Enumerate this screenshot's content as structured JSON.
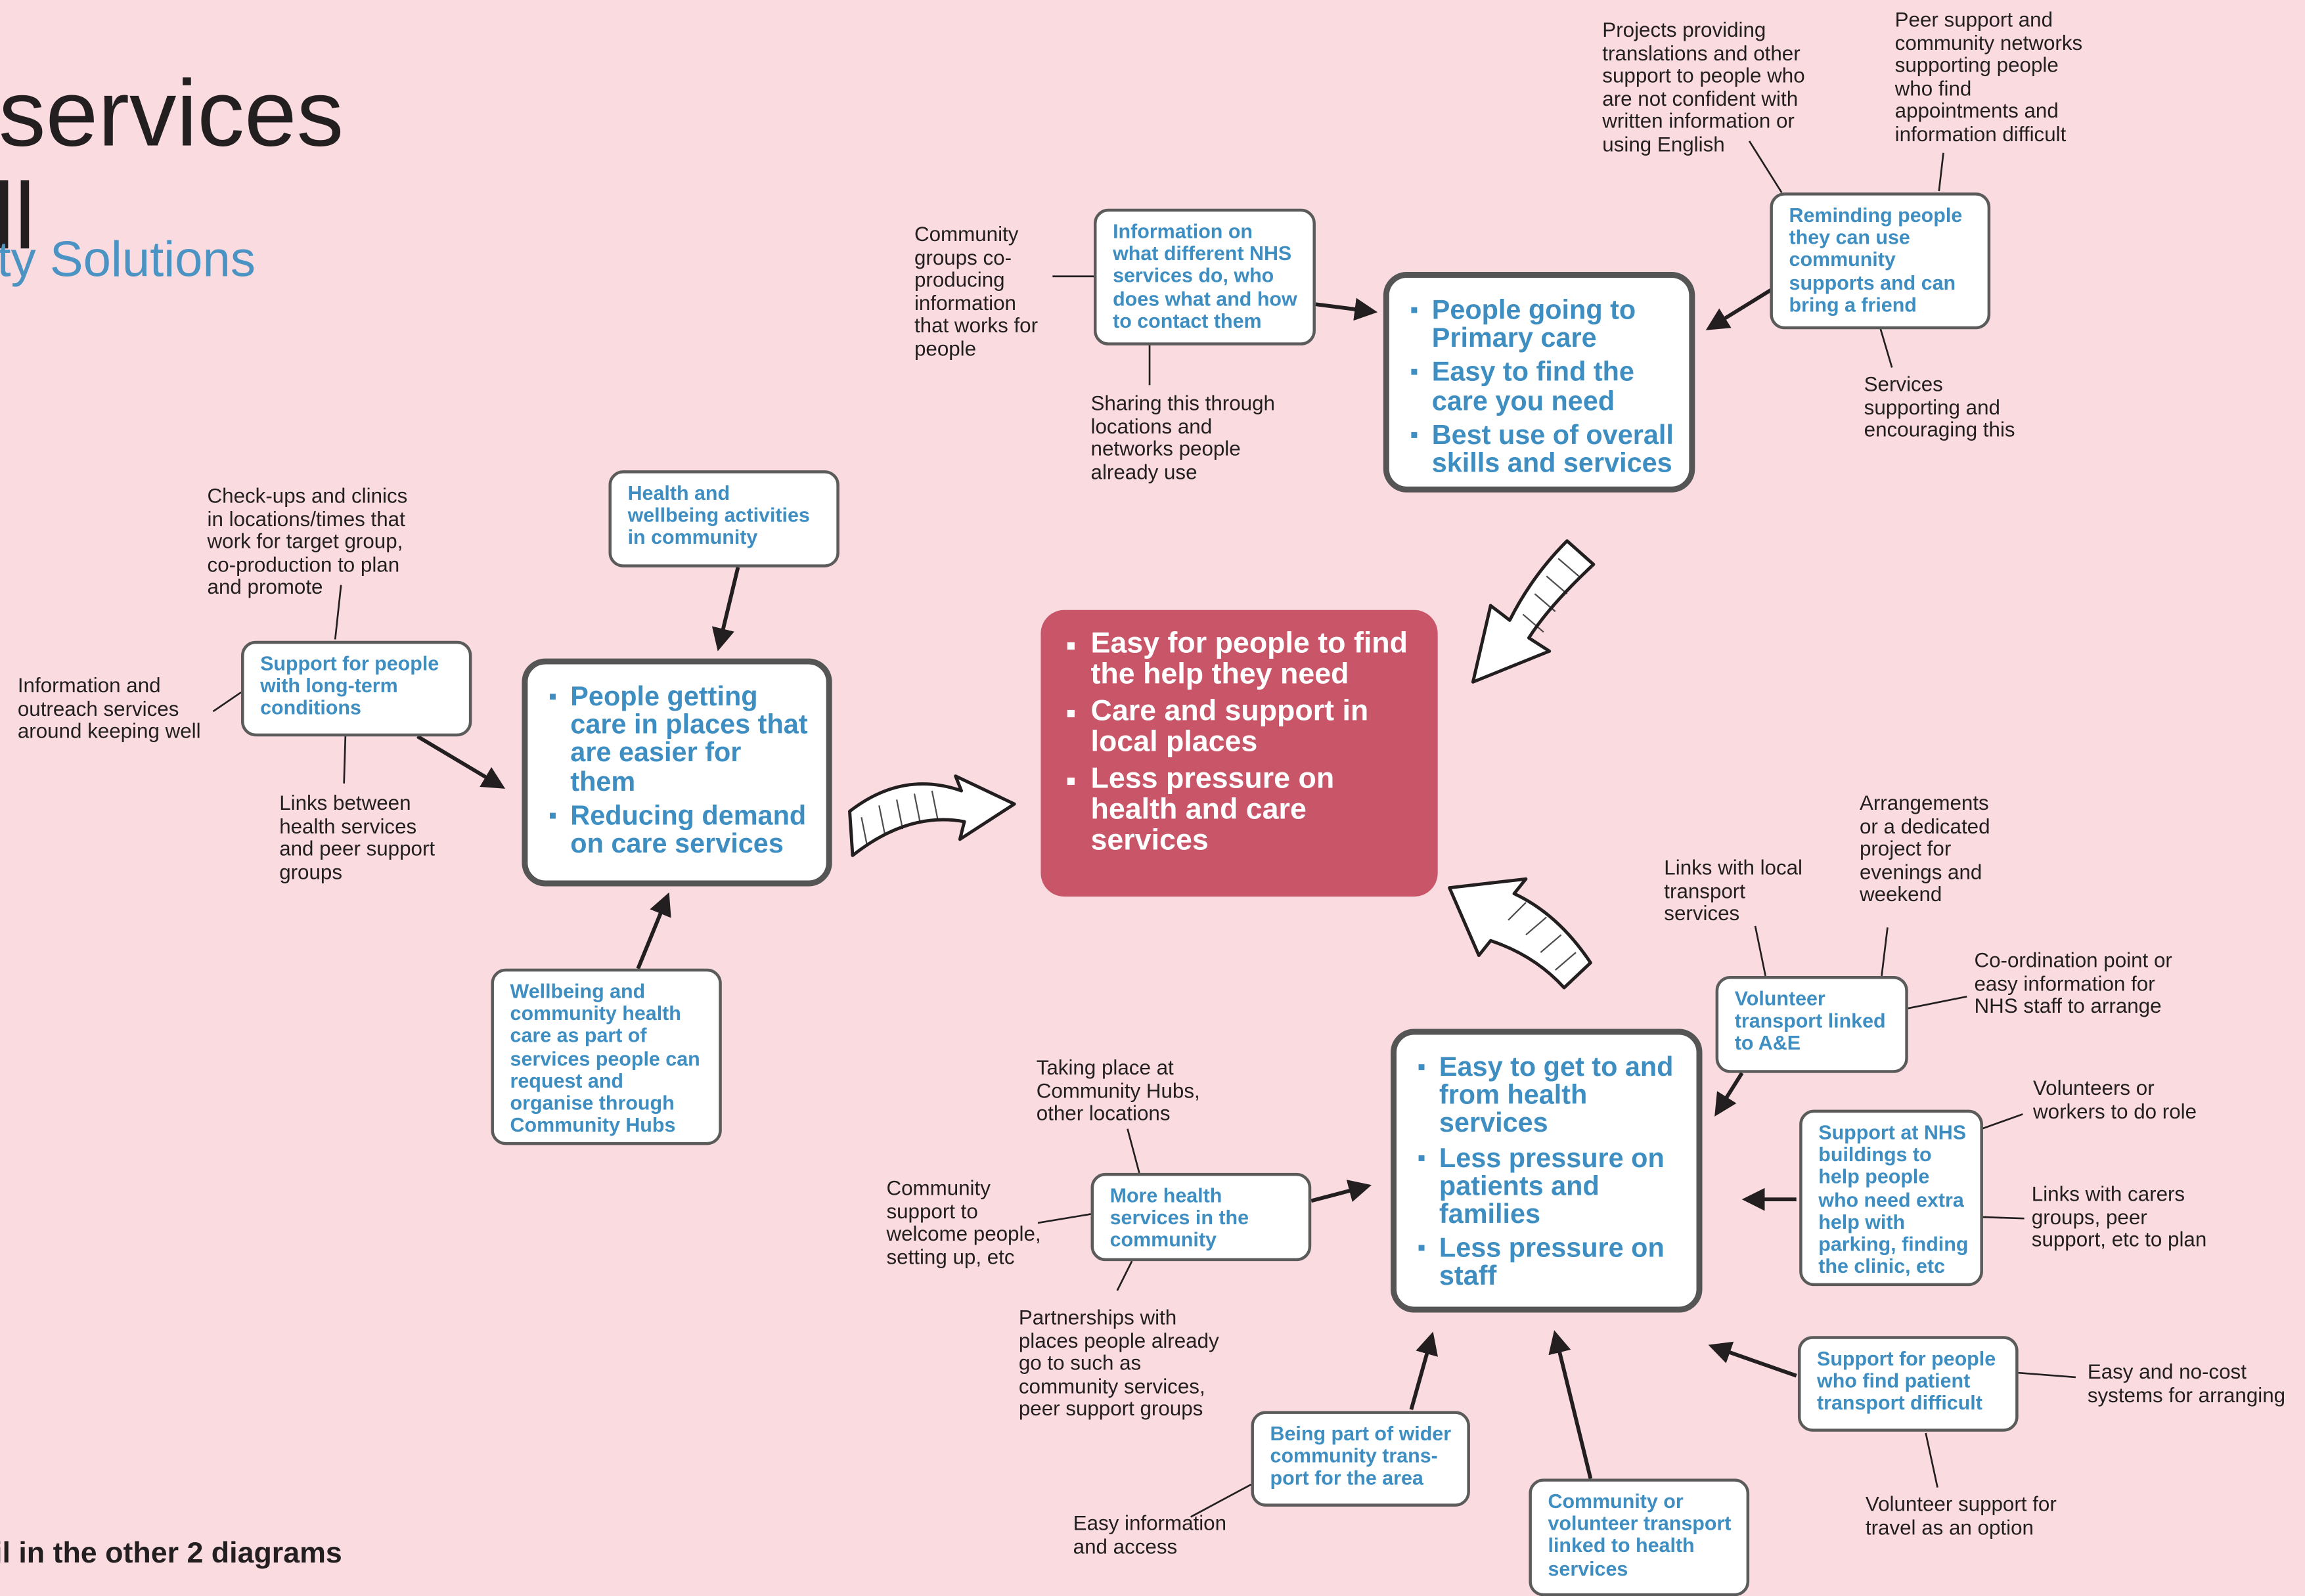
{
  "header": {
    "title_line1": "g",
    "title_line2": "r services",
    "title_line3": "all",
    "subtitle": "ty Solutions"
  },
  "footer_text": "il in the other 2 diagrams",
  "center": {
    "items": [
      "Easy for people to find the help they need",
      "Care and support in local places",
      "Less pressure on health and care services"
    ]
  },
  "primary_hub": {
    "items": [
      "People going to Primary care",
      "Easy to find the care you need",
      "Best use of overall skills and services"
    ]
  },
  "places_hub": {
    "items": [
      "People getting care in places that are easier for them",
      "Reducing demand on care services"
    ]
  },
  "transport_hub": {
    "items": [
      "Easy to get to and from health services",
      "Less pressure on patients and families",
      "Less pressure on staff"
    ]
  },
  "boxes": {
    "nhs_info": "Information on what different NHS services do, who does what and how to contact them",
    "reminding": "Reminding people they can use community supports and can bring a friend",
    "health_wellbeing": "Health and wellbeing activities in community",
    "long_term": "Support for people with long-term conditions",
    "community_hubs": "Wellbeing and community health care as part of services people can request and organise through Community Hubs",
    "more_health": "More health services in the community",
    "volunteer_ae": "Volunteer transport linked to A&E",
    "nhs_buildings": "Support at NHS buildings to help people who need extra help with parking, finding the clinic, etc",
    "patient_transport": "Support for people who find patient transport difficult",
    "wider_transport": "Being part of wider community trans-port for the area",
    "volunteer_transport": "Community or volunteer transport linked to health services"
  },
  "notes": {
    "translations": "Projects providing translations and other support to people who are not confident with written information or using English",
    "peer_support": "Peer support and community networks supporting people who find appointments and information difficult",
    "coproducing": "Community groups co-producing information that works for people",
    "sharing": "Sharing this through locations and networks people already use",
    "encouraging": "Services supporting and encouraging this",
    "checkups": "Check-ups and clinics in locations/times that work for target group, co-production to plan and promote",
    "outreach": "Information and outreach services around keeping well",
    "peer_links": "Links between health services and peer support groups",
    "arrangements": "Arrangements or a dedicated project for evenings and weekend",
    "local_transport": "Links with local transport services",
    "coordination": "Co-ordination point or easy information for NHS staff to arrange",
    "volunteers_role": "Volunteers or workers to do role",
    "carers_links": "Links with carers groups, peer support, etc to plan",
    "no_cost": "Easy and no-cost systems for arranging",
    "volunteer_travel": "Volunteer support for travel as an option",
    "hubs_locations": "Taking place at Community Hubs, other locations",
    "welcome": "Community support to welcome people, setting up, etc",
    "partnerships": "Partnerships with places people already go to such as community services, peer support groups",
    "easy_access": "Easy information and access"
  },
  "colors": {
    "background": "#f9dbe0",
    "center_fill": "#c85568",
    "box_text": "#3e8ec2",
    "border": "#5b5b5b"
  }
}
